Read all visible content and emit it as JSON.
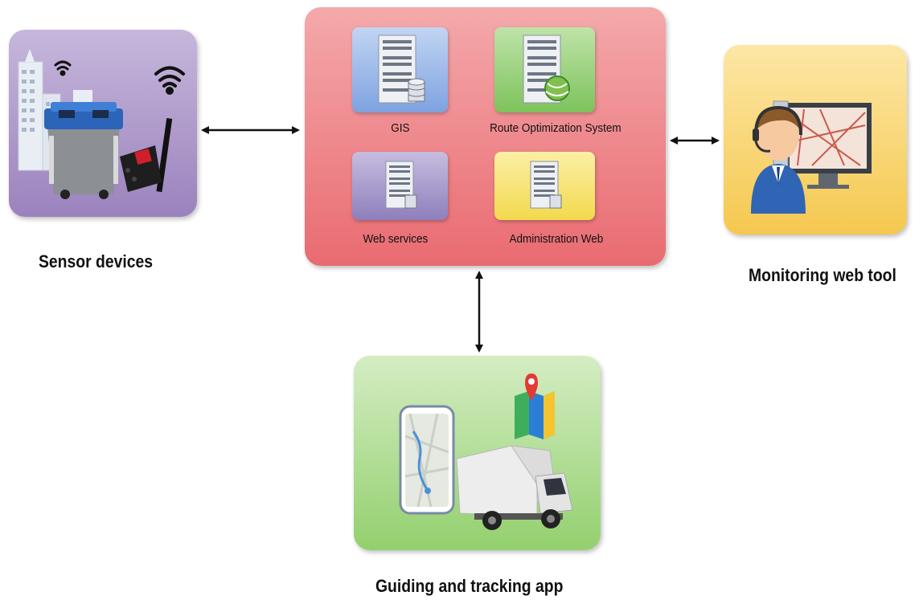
{
  "sensor": {
    "caption": "Sensor devices"
  },
  "server": {
    "tiles": [
      {
        "label": "GIS"
      },
      {
        "label": "Route Optimization System"
      },
      {
        "label": "Web services"
      },
      {
        "label": "Administration Web"
      }
    ]
  },
  "monitoring": {
    "caption": "Monitoring web tool"
  },
  "app": {
    "caption": "Guiding and tracking app"
  },
  "colors": {
    "sensor_bg": "#b7a3cf",
    "server_bg": "#ec7f84",
    "monitor_bg": "#f7d36b",
    "app_bg": "#a6d98a",
    "gis_tile": "#8fb3e8",
    "route_tile": "#95d07a",
    "web_tile": "#9a8bbf",
    "admin_tile": "#f6e06f"
  },
  "icons": [
    "city-icon",
    "wifi-icon",
    "waste-bin-icon",
    "sensor-module-icon",
    "server-icon",
    "database-icon",
    "globe-icon",
    "operator-headset-icon",
    "monitor-map-icon",
    "smartphone-map-icon",
    "garbage-truck-icon",
    "map-pin-icon"
  ]
}
